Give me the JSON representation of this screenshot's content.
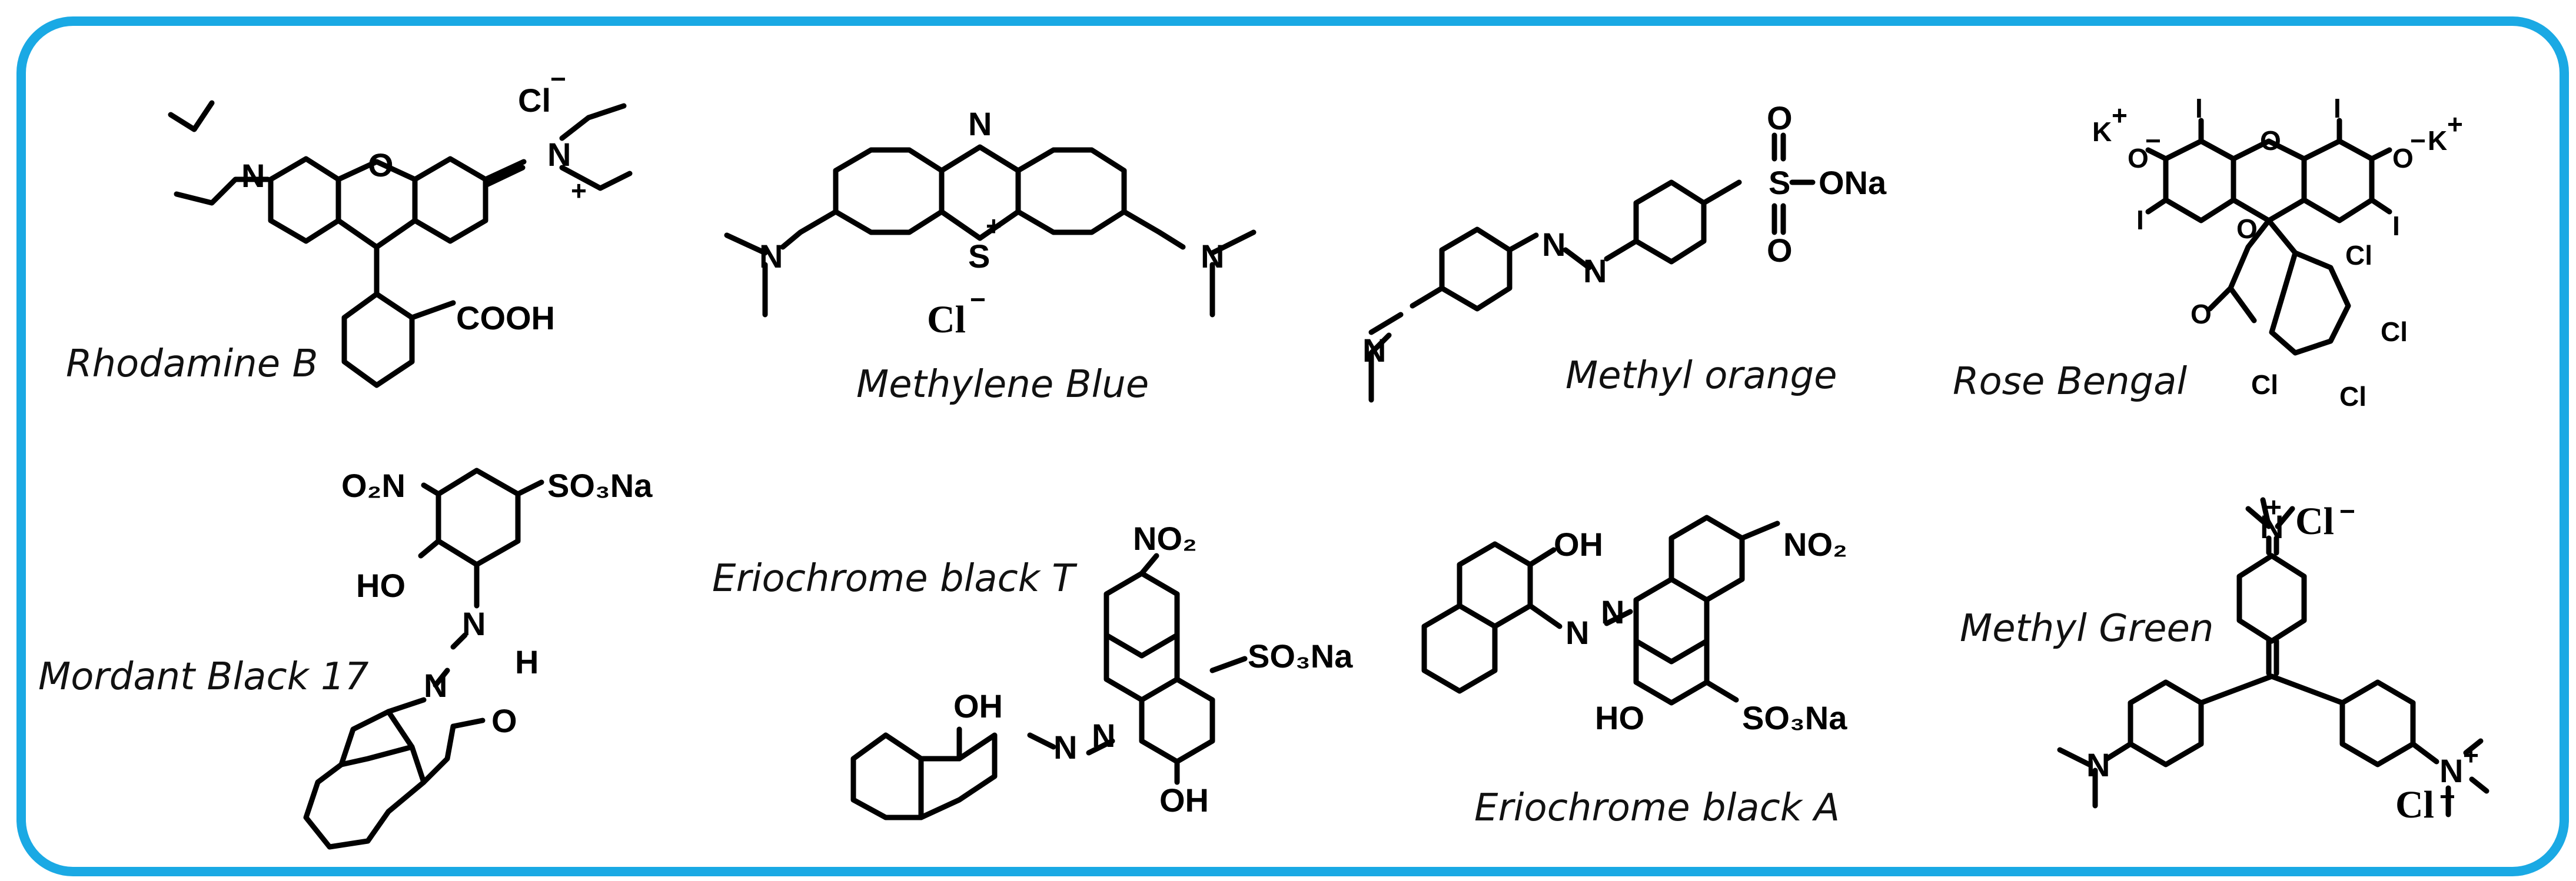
{
  "colors": {
    "frame": "#1aa9e4",
    "ink": "#000000",
    "background": "#ffffff"
  },
  "dyes": [
    {
      "name": "Rhodamine B",
      "labels": {
        "cl": "Cl",
        "cooh": "COOH",
        "n1": "N",
        "o": "O",
        "n2": "N",
        "plus": "+",
        "minus": "−"
      }
    },
    {
      "name": "Methylene Blue",
      "labels": {
        "n_top": "N",
        "s": "S",
        "plus": "+",
        "n_left": "N",
        "n_right": "N",
        "cl": "Cl",
        "minus": "−"
      }
    },
    {
      "name": "Methyl orange",
      "labels": {
        "n_amine": "N",
        "n1": "N",
        "n2": "N",
        "s": "S",
        "o1": "O",
        "o2": "O",
        "ona": "ONa"
      }
    },
    {
      "name": "Rose Bengal",
      "labels": {
        "k": "K",
        "plus": "+",
        "o": "O",
        "minus": "−",
        "i": "I",
        "cl": "Cl"
      }
    },
    {
      "name": "Mordant Black 17",
      "labels": {
        "o2n": "O₂N",
        "so3na": "SO₃Na",
        "ho": "HO",
        "n": "N",
        "h": "H",
        "o": "O"
      }
    },
    {
      "name": "Eriochrome black T",
      "labels": {
        "no2": "NO₂",
        "so3na": "SO₃Na",
        "oh": "OH",
        "n": "N"
      }
    },
    {
      "name": "Eriochrome black A",
      "labels": {
        "oh": "OH",
        "no2": "NO₂",
        "n": "N",
        "ho": "HO",
        "so3na": "SO₃Na"
      }
    },
    {
      "name": "Methyl Green",
      "labels": {
        "n": "N",
        "plus": "+",
        "cl": "Cl",
        "minus": "−"
      }
    }
  ]
}
